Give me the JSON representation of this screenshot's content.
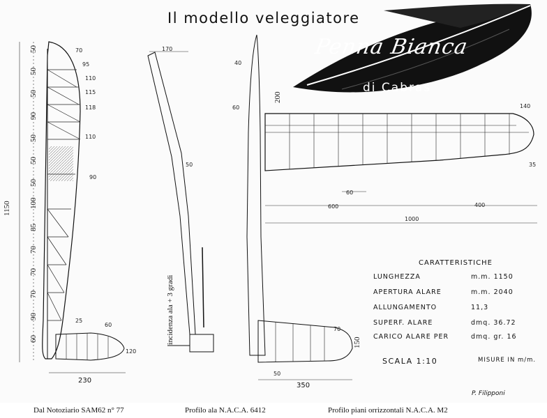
{
  "title": "Il modello veleggiatore",
  "name": "Penna Bianca",
  "author_line": "di Cabras",
  "fuselage_dims": {
    "length": "1150",
    "station_widths": [
      "70",
      "95",
      "110",
      "115",
      "118",
      "110",
      "90"
    ],
    "segments": [
      "50",
      "50",
      "50",
      "90",
      "50",
      "50",
      "50",
      "100",
      "85",
      "70",
      "70",
      "70",
      "90",
      "60"
    ],
    "bottom": "25",
    "tail_width": "230",
    "tail_height": "60",
    "tail_120": "120"
  },
  "side_dims": {
    "top": "170",
    "mid": "50"
  },
  "incidence_label": "incidenza ala + 3 gradi",
  "wing_dims": [
    "40",
    "60",
    "200",
    "140",
    "35",
    "60",
    "600",
    "400",
    "1000"
  ],
  "stab_dims": [
    "70",
    "150",
    "50",
    "350"
  ],
  "specs": {
    "heading": "CARATTERISTICHE",
    "rows": [
      {
        "label": "LUNGHEZZA",
        "value": "m.m. 1150"
      },
      {
        "label": "APERTURA ALARE",
        "value": "m.m. 2040"
      },
      {
        "label": "ALLUNGAMENTO",
        "value": "11,3"
      },
      {
        "label": "SUPERF. ALARE",
        "value": "dmq. 36.72"
      },
      {
        "label": "CARICO ALARE PER",
        "value": "dmq. gr. 16"
      }
    ]
  },
  "scala": "SCALA 1:10",
  "misure": "MISURE IN m/m.",
  "signature": "P. Filipponi",
  "footer": {
    "left": "Dal Notoziario SAM62 n° 77",
    "mid": "Profilo ala N.A.C.A. 6412",
    "right": "Profilo piani orrizzontali N.A.C.A. M2"
  }
}
